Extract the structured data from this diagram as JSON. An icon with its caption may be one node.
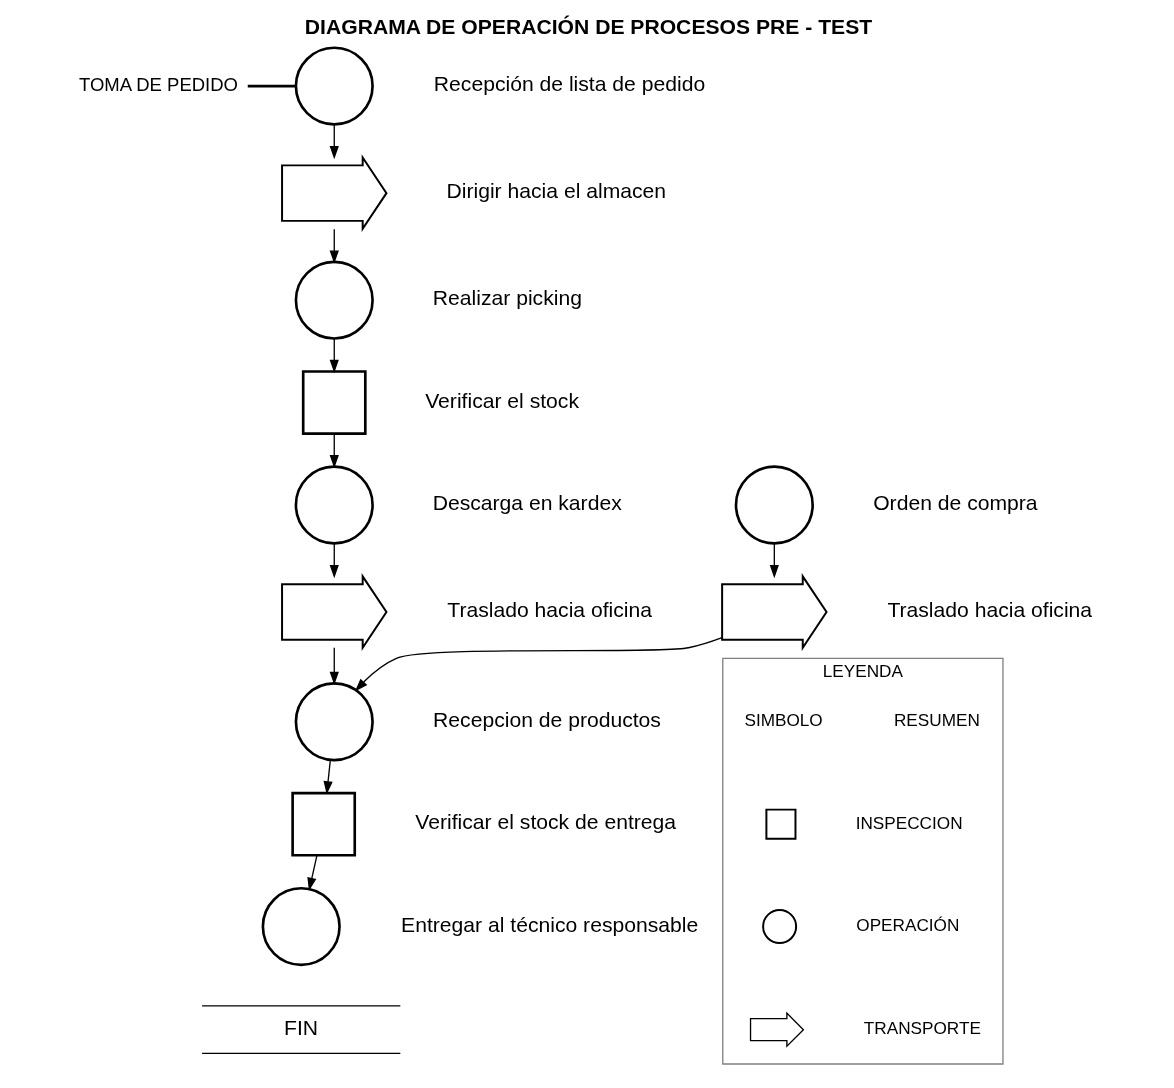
{
  "diagram": {
    "title": "DIAGRAMA DE OPERACIÓN DE PROCESOS PRE - TEST",
    "nodes": [
      {
        "text": [
          "TOMA DE PEDIDO"
        ]
      },
      {
        "text": [],
        "shape": "circle",
        "beside": [
          "Recepción de lista de pedido"
        ]
      },
      {
        "text": [],
        "shape": "arrow",
        "beside": [
          "Dirigir hacia el almacen"
        ]
      },
      {
        "text": [],
        "shape": "circle",
        "beside": [
          "Realizar picking"
        ]
      },
      {
        "text": [],
        "shape": "box",
        "beside": [
          "Verificar el stock"
        ]
      },
      {
        "text": [],
        "shape": "circle",
        "beside": [
          "Orden de compra"
        ]
      },
      {
        "text": [],
        "shape": "circle",
        "beside": [
          "Descarga en kardex"
        ]
      },
      {
        "text": [],
        "shape": "arrow",
        "beside": [
          "Traslado hacia oficina"
        ]
      },
      {
        "text": [],
        "shape": "arrow",
        "beside": [
          "Traslado hacia oficina"
        ]
      },
      {
        "text": [],
        "shape": "circle",
        "beside": [
          "Recepcion de productos"
        ]
      },
      {
        "text": [],
        "shape": "box",
        "beside": [
          "Verificar el stock de entrega"
        ]
      },
      {
        "text": [],
        "shape": "circle",
        "beside": [
          "Entregar al técnico responsable"
        ]
      },
      {
        "text": [
          "LEYENDA"
        ]
      },
      {
        "text": [],
        "shape": "box",
        "in": 12
      },
      {
        "text": [],
        "shape": "circle",
        "in": 12
      },
      {
        "text": [],
        "shape": "arrow",
        "in": 12
      }
    ],
    "edges": [
      {
        "from": 0,
        "to": 1,
        "arrow": "none"
      },
      {
        "from": 1,
        "to": 2,
        "arrow": "to"
      },
      {
        "from": 2,
        "to": 3,
        "arrow": "to"
      },
      {
        "from": 3,
        "to": 4,
        "arrow": "to"
      },
      {
        "from": 4,
        "to": 6,
        "arrow": "to"
      },
      {
        "from": 5,
        "to": 7,
        "arrow": "to"
      },
      {
        "from": 6,
        "to": 8,
        "arrow": "to"
      },
      {
        "from": 8,
        "to": 9,
        "arrow": "to"
      },
      {
        "from": 7,
        "to": 9,
        "arrow": "to"
      },
      {
        "from": 9,
        "to": 10,
        "arrow": "to"
      },
      {
        "from": 10,
        "to": 11,
        "arrow": "to"
      }
    ],
    "labels": [
      "SIMBOLO",
      "RESUMEN",
      "FIN"
    ],
    "legend": [
      {
        "text": "INSPECCION"
      },
      {
        "text": "OPERACIÓN"
      },
      {
        "text": "TRANSPORTE"
      }
    ]
  }
}
